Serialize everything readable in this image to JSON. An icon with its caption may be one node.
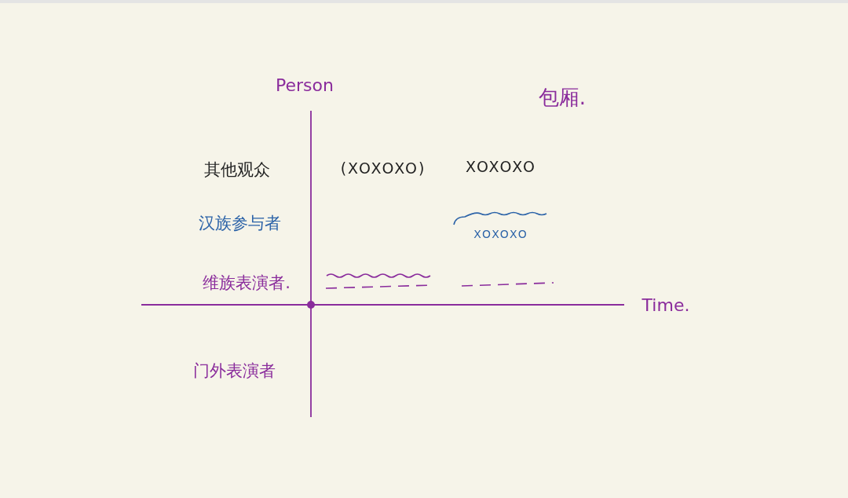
{
  "diagram": {
    "labels": [
      "Person",
      "包厢.",
      "其他观众",
      "(XOXOXO)",
      "XOXOXO",
      "汉族参与者",
      "XOXOXO",
      "维族表演者.",
      "Time.",
      "门外表演者"
    ]
  }
}
